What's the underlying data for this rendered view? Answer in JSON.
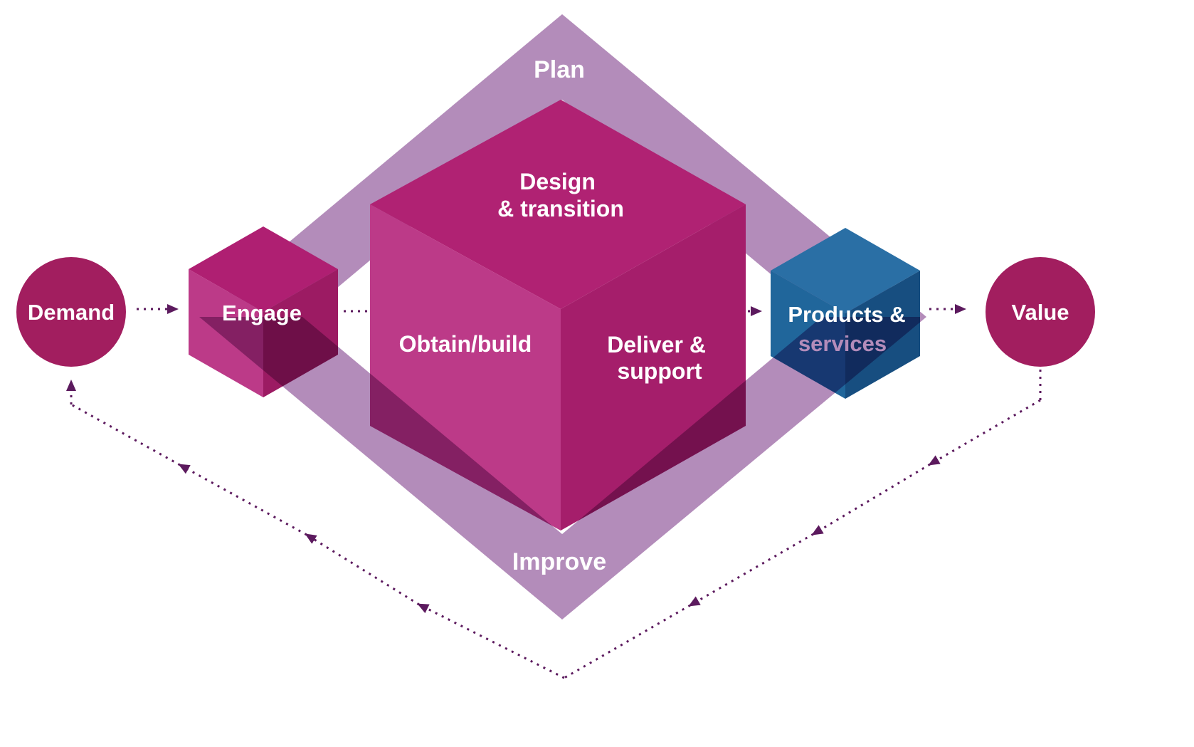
{
  "labels": {
    "plan": "Plan",
    "improve": "Improve",
    "design_line1": "Design",
    "design_line2": "& transition",
    "obtain": "Obtain/build",
    "deliver_line1": "Deliver &",
    "deliver_line2": "support",
    "engage": "Engage",
    "products_line1": "Products &",
    "products_line2": "services",
    "demand": "Demand",
    "value": "Value"
  },
  "colors": {
    "band": "#b38cba",
    "core_cube_top": "#b02273",
    "core_cube_left": "#bc3a88",
    "core_cube_right": "#a51e6b",
    "engage_cube_top": "#af1f72",
    "engage_cube_left": "#bc3a88",
    "engage_cube_right": "#9c1b63",
    "products_cube_top": "#2a6fa5",
    "products_cube_left": "#20669b",
    "products_cube_right": "#174e80",
    "circle": "#a21e5f",
    "arrow": "#5c1a5e",
    "text": "#ffffff"
  }
}
